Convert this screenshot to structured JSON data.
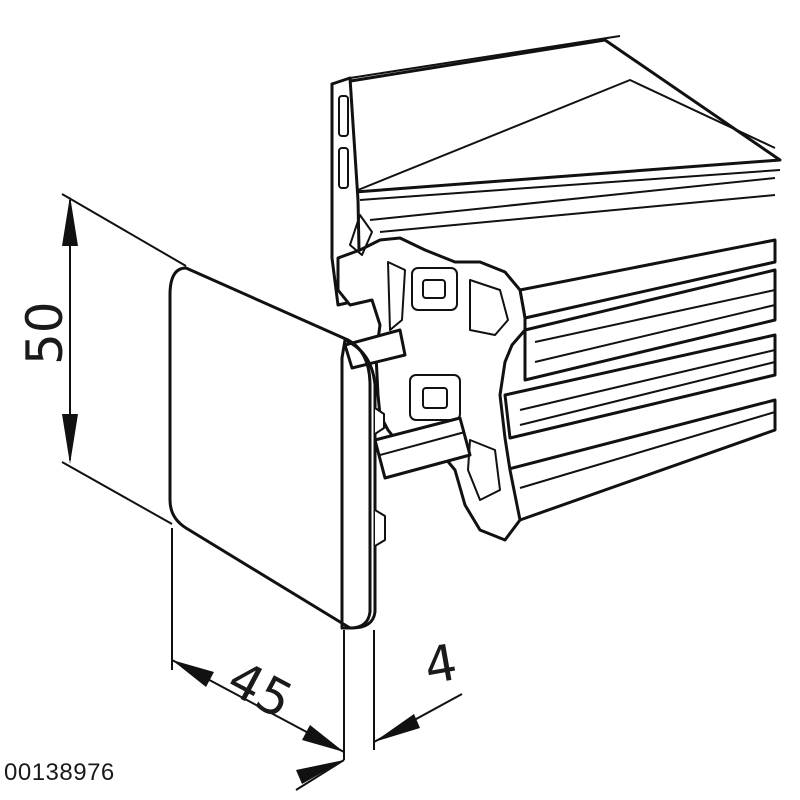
{
  "dimensions": {
    "height_label": "50",
    "width_label": "45",
    "thickness_label": "4"
  },
  "part_number": "00138976",
  "colors": {
    "cap_fill": "#c9c9c9",
    "line": "#111111",
    "background": "#ffffff"
  }
}
